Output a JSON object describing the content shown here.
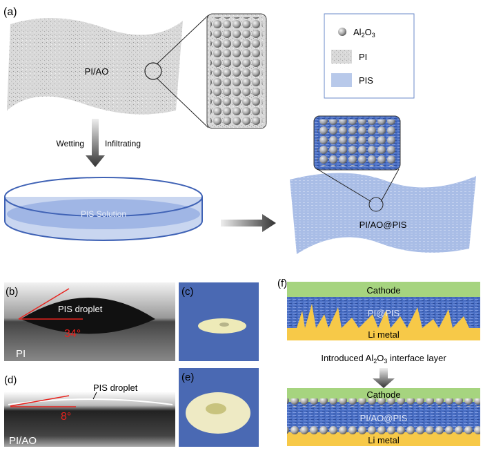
{
  "panels": {
    "a": {
      "label": "(a)",
      "sheet_label": "PI/AO",
      "wetting": "Wetting",
      "infiltrating": "Infiltrating",
      "dish_label": "PIS Solution",
      "result_label": "PI/AO@PIS",
      "legend": {
        "al2o3_base": "Al",
        "al2o3_sub1": "2",
        "al2o3_o": "O",
        "al2o3_sub2": "3",
        "pi": "PI",
        "pis": "PIS"
      }
    },
    "b": {
      "label": "(b)",
      "droplet": "PIS droplet",
      "angle": "34°",
      "material": "PI"
    },
    "c": {
      "label": "(c)"
    },
    "d": {
      "label": "(d)",
      "droplet": "PIS droplet",
      "angle": "8°",
      "material": "PI/AO"
    },
    "e": {
      "label": "(e)"
    },
    "f": {
      "label": "(f)",
      "top": {
        "cathode": "Cathode",
        "separator": "PI@PIS",
        "anode": "Li metal"
      },
      "caption_pre": "Introduced Al",
      "caption_sub1": "2",
      "caption_o": "O",
      "caption_sub2": "3",
      "caption_post": " interface layer",
      "bottom": {
        "cathode": "Cathode",
        "separator": "PI/AO@PIS",
        "anode": "Li metal"
      }
    }
  },
  "colors": {
    "pis_blue": "#4a6fc4",
    "pis_light": "#b8c9ea",
    "cathode": "#a6d47f",
    "li": "#f7c948",
    "angle_red": "#e8231e"
  }
}
